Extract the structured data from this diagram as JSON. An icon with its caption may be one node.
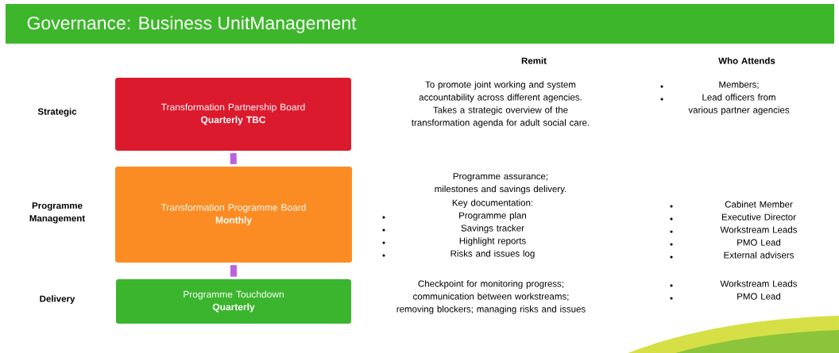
{
  "diagram": {
    "title": "Governance: Business UnitManagement",
    "nodes": [
      {
        "text": [
          "Transformation Partnership Board",
          "Quarterly TBC"
        ]
      },
      {
        "text": [
          "Transformation Programme Board",
          "Monthly"
        ]
      },
      {
        "text": [
          "Programme Touchdown",
          "Quarterly"
        ]
      }
    ],
    "edges": [
      {
        "from": 0,
        "to": 1,
        "arrow": "none"
      },
      {
        "from": 1,
        "to": 2,
        "arrow": "none"
      }
    ],
    "labels": [
      "Remit",
      "Who Attends",
      "Strategic",
      "To promote joint working and system accountability across different agencies. Takes a strategic overview of the transformation agenda for adult social care.",
      "Members;",
      "Lead officers from various partner agencies",
      "Programme Management",
      "Programme assurance; milestones and savings delivery.",
      "Key documentation:",
      "Programme plan",
      "Savings tracker",
      "Highlight reports",
      "Risks and issues log",
      "Cabinet Member",
      "Executive Director",
      "Workstream Leads",
      "PMO Lead",
      "External advisers",
      "Delivery",
      "Checkpoint for monitoring progress; communication between workstreams; removing blockers; managing risks and issues",
      "Workstream Leads",
      "PMO Lead"
    ]
  }
}
